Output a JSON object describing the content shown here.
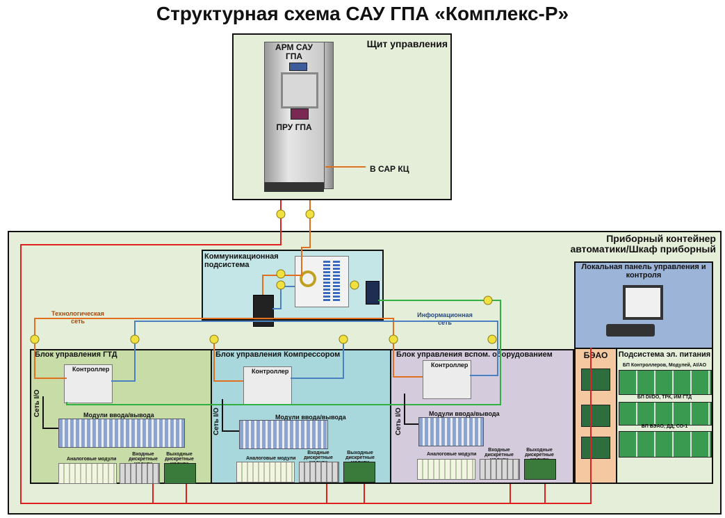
{
  "title": "Структурная схема САУ ГПА «Комплекс-Р»",
  "control_panel": {
    "label": "Щит управления",
    "arm": "АРМ САУ\nГПА",
    "pru": "ПРУ ГПА",
    "sar": "В САР КЦ"
  },
  "container": {
    "label": "Приборный контейнер\nавтоматики/Шкаф приборный"
  },
  "comm": {
    "label": "Коммуникационная\nподсистема"
  },
  "networks": {
    "tech": "Технологическая\nсеть",
    "info": "Информационная\nсеть"
  },
  "local_panel": {
    "label": "Локальная панель управления и\nконтроля"
  },
  "beao": {
    "label": "БЭАО"
  },
  "power": {
    "label": "Подсистема эл. питания",
    "groups": [
      "БП Контроллеров, Модулей, AI/AO",
      "БП DI/DO, ТРК, ИМ ГТД",
      "БП БЭАО, ДД, СО-1"
    ]
  },
  "blocks": [
    {
      "title": "Блок управления ГТД",
      "controller": "Контроллер",
      "net": "Сеть I/O",
      "modules": "Модули ввода/вывода",
      "analog": "Аналоговые модули",
      "din": "Входные\nдискретные модули",
      "dout": "Выходные\nдискретные модули"
    },
    {
      "title": "Блок управления Компрессором",
      "controller": "Контроллер",
      "net": "Сеть I/O",
      "modules": "Модули ввода/вывода",
      "analog": "Аналоговые модули",
      "din": "Входные\nдискретные модули",
      "dout": "Выходные\nдискретные модули"
    },
    {
      "title": "Блок управления вспом. оборудованием",
      "controller": "Контроллер",
      "net": "Сеть I/O",
      "modules": "Модули ввода/вывода",
      "analog": "Аналоговые модули",
      "din": "Входные\nдискретные модули",
      "dout": "Выходные\nдискретные модули"
    }
  ],
  "colors": {
    "wire_red": "#e02020",
    "wire_orange": "#e07020",
    "wire_blue": "#4a7fc0",
    "wire_green": "#30b040",
    "gtd_bg": "#c8dca8",
    "comp_bg": "#a8d8dc",
    "aux_bg": "#d4ccdc",
    "beao_bg": "#f4c8a0",
    "local_bg": "#9cb4d8"
  }
}
